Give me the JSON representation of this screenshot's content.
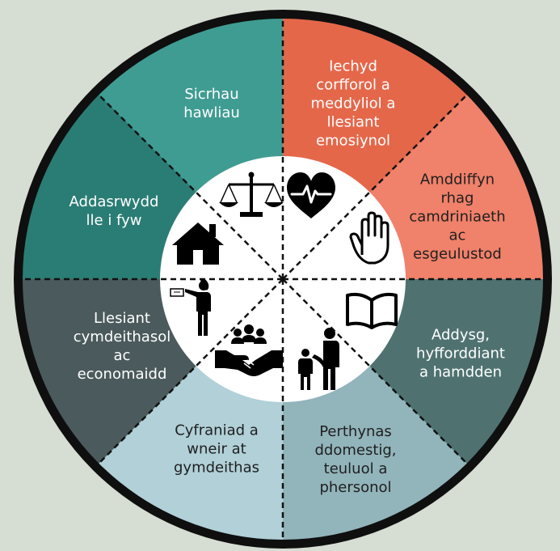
{
  "segments": [
    {
      "label": "Sicrhau\nhawliau",
      "color": "#3f9c92",
      "text_color": "#ffffff",
      "icon": "scales-of-justice-icon"
    },
    {
      "label": "Iechyd\ncorfforol a\nmeddyliol a\nllesiant\nemosiynol",
      "color": "#e5674a",
      "text_color": "#ffffff",
      "icon": "heart-heartbeat-icon"
    },
    {
      "label": "Amddiffyn\nrhag\ncamdriniaeth\nac\nesgeulustod",
      "color": "#f0816a",
      "text_color": "#1f1f1f",
      "icon": "raised-hand-icon"
    },
    {
      "label": "Addysg,\nhyfforddiant\na hamdden",
      "color": "#4f7271",
      "text_color": "#ffffff",
      "icon": "open-book-icon"
    },
    {
      "label": "Perthynas\nddomestig,\nteuluol a\nphersonol",
      "color": "#92b4bb",
      "text_color": "#1f1f1f",
      "icon": "parent-child-icon"
    },
    {
      "label": "Cyfraniad a\nwneir at\ngymdeithas",
      "color": "#b1d0d8",
      "text_color": "#1f1f1f",
      "icon": "handshake-group-icon"
    },
    {
      "label": "Llesiant\ncymdeithasol\nac\neconomaidd",
      "color": "#4b5a5c",
      "text_color": "#ffffff",
      "icon": "person-presenting-icon"
    },
    {
      "label": "Addasrwydd\nlle i fyw",
      "color": "#2a7d74",
      "text_color": "#ffffff",
      "icon": "house-icon"
    }
  ],
  "colors": {
    "background": "#d6ddd3",
    "rim": "#0f0f0f",
    "center": "#ffffff",
    "divider": "#111111"
  }
}
